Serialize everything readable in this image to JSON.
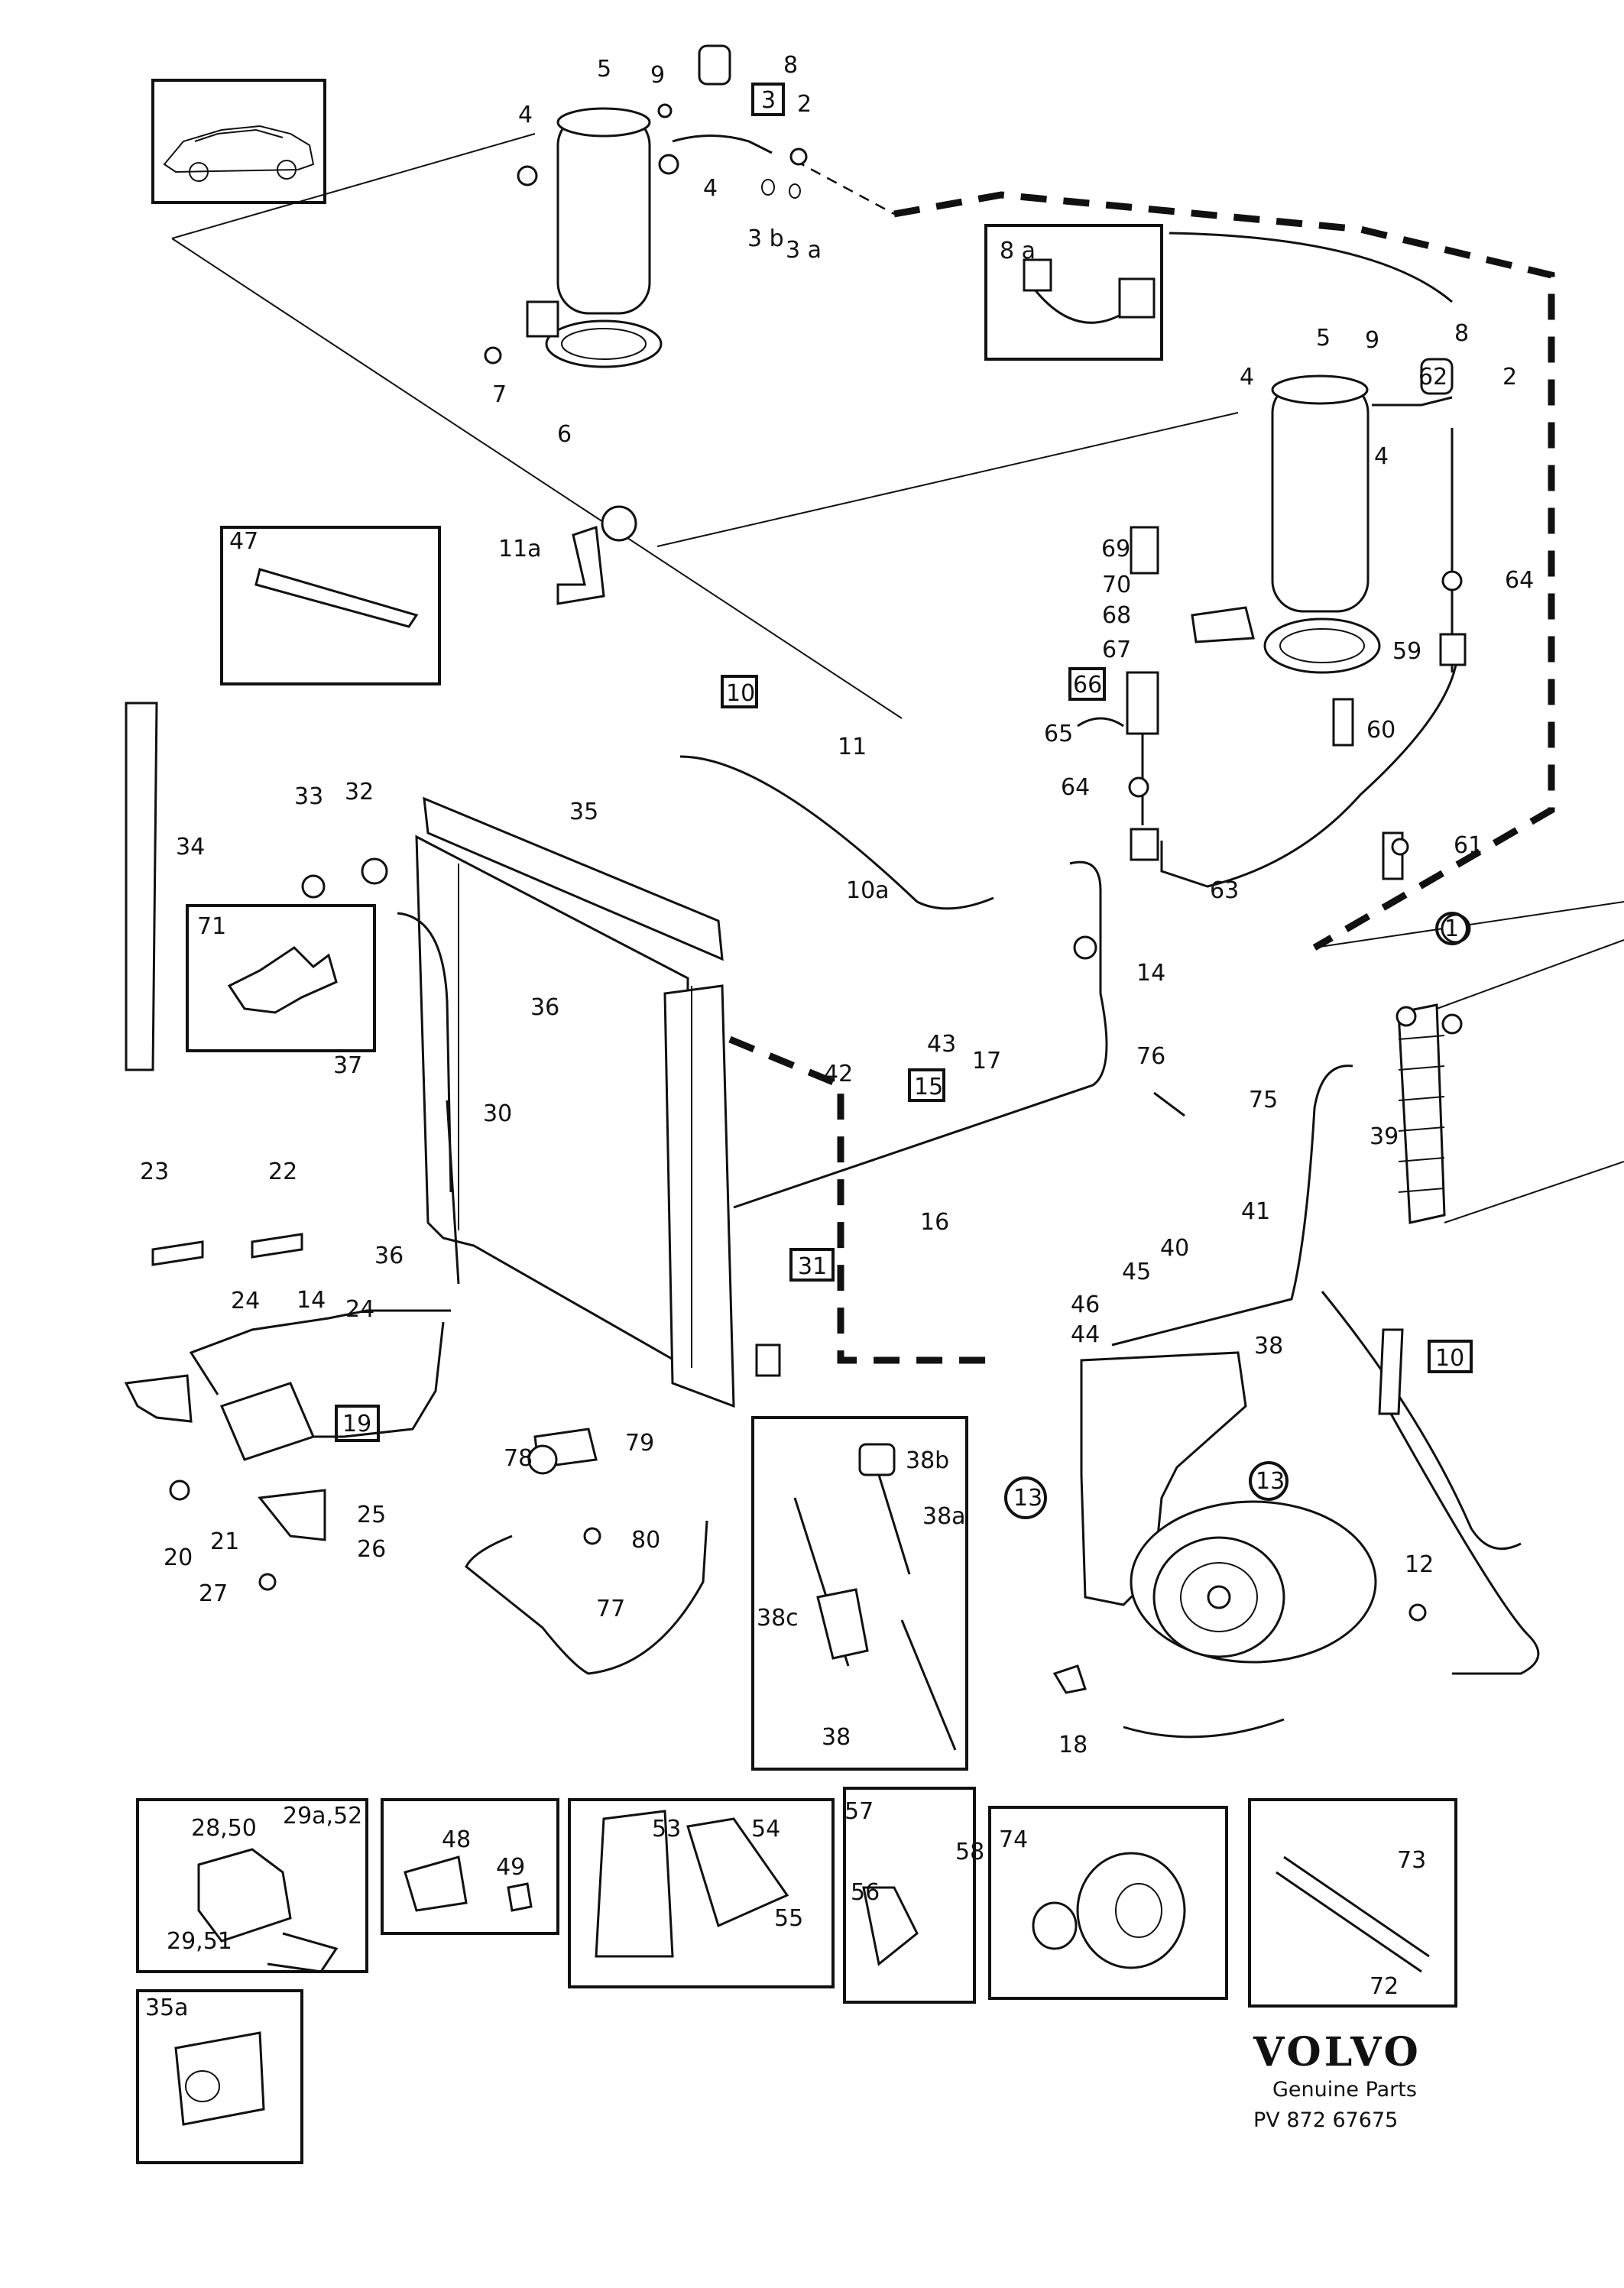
{
  "labels": {
    "l5a": "5",
    "l9a": "9",
    "l8a": "8",
    "l4a": "4",
    "l3": "3",
    "l2a": "2",
    "l4b": "4",
    "l3b": "3 b",
    "l3a": "3 a",
    "l7": "7",
    "l6": "6",
    "l8a2": "8 a",
    "l5b": "5",
    "l9b": "9",
    "l8b": "8",
    "l4c": "4",
    "l62": "62",
    "l2b": "2",
    "l4d": "4",
    "l11a": "11a",
    "l47": "47",
    "l69": "69",
    "l70": "70",
    "l68": "68",
    "l67": "67",
    "l66": "66",
    "l65": "65",
    "l64a": "64",
    "l64b": "64",
    "l59": "59",
    "l60": "60",
    "l61": "61",
    "l63": "63",
    "l10a": "10",
    "l11": "11",
    "l10b": "10a",
    "l34": "34",
    "l33": "33",
    "l32": "32",
    "l35": "35",
    "l71": "71",
    "l36a": "36",
    "l37": "37",
    "l30": "30",
    "l43": "43",
    "l42": "42",
    "l15": "15",
    "l17": "17",
    "l14a": "14",
    "l76": "76",
    "l75": "75",
    "l1": "1",
    "l39": "39",
    "l16": "16",
    "l41": "41",
    "l40": "40",
    "l45": "45",
    "l46": "46",
    "l44": "44",
    "l38a": "38",
    "l10c": "10",
    "l23": "23",
    "l22": "22",
    "l36b": "36",
    "l24a": "24",
    "l24b": "24",
    "l14b": "14",
    "l31": "31",
    "l19": "19",
    "l20": "20",
    "l21": "21",
    "l25": "25",
    "l26": "26",
    "l27": "27",
    "l78": "78",
    "l79": "79",
    "l80": "80",
    "l77": "77",
    "l38b": "38b",
    "l38c": "38a",
    "l38d": "38c",
    "l38e": "38",
    "l13a": "13",
    "l13b": "13",
    "l12": "12",
    "l18": "18",
    "l2850": "28,50",
    "l29a52": "29a,52",
    "l2951": "29,51",
    "l48": "48",
    "l49": "49",
    "l53": "53",
    "l54": "54",
    "l55": "55",
    "l57": "57",
    "l58": "58",
    "l56": "56",
    "l74": "74",
    "l73": "73",
    "l72": "72",
    "l35a": "35a"
  },
  "brand": {
    "name": "VOLVO",
    "tagline": "Genuine Parts",
    "code": "PV 872 67675"
  }
}
